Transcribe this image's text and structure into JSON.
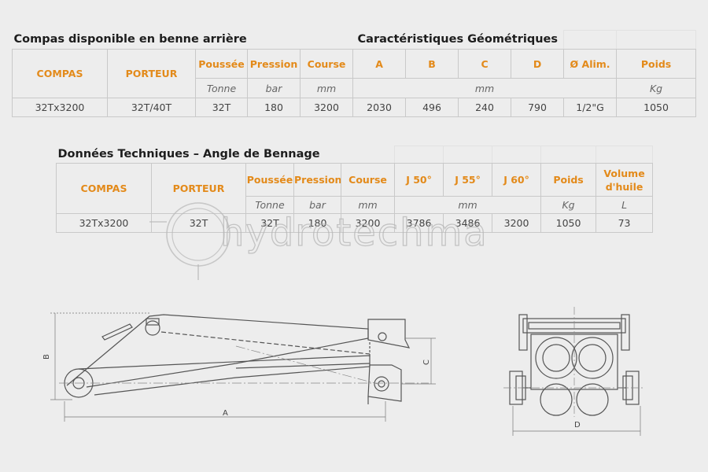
{
  "table1": {
    "title_left": "Compas disponible en benne arrière",
    "title_right": "Caractéristiques Géométriques",
    "headers": [
      "COMPAS",
      "PORTEUR",
      "Poussée",
      "Pression",
      "Course",
      "A",
      "B",
      "C",
      "D",
      "Ø Alim.",
      "Poids"
    ],
    "units": {
      "poussee": "Tonne",
      "pression": "bar",
      "course": "mm",
      "dims": "mm",
      "poids": "Kg"
    },
    "row": [
      "32Tx3200",
      "32T/40T",
      "32T",
      "180",
      "3200",
      "2030",
      "496",
      "240",
      "790",
      "1/2\"G",
      "1050"
    ]
  },
  "table2": {
    "title": "Données Techniques – Angle de Bennage",
    "headers": [
      "COMPAS",
      "PORTEUR",
      "Poussée",
      "Pression",
      "Course",
      "J 50°",
      "J 55°",
      "J 60°",
      "Poids",
      "Volume d'huile"
    ],
    "units": {
      "poussee": "Tonne",
      "pression": "bar",
      "course": "mm",
      "angles": "mm",
      "poids": "Kg",
      "volume": "L"
    },
    "row": [
      "32Tx3200",
      "32T",
      "32T",
      "180",
      "3200",
      "3786",
      "3486",
      "3200",
      "1050",
      "73"
    ]
  },
  "watermark": "hydrotechma",
  "drawing_labels": {
    "a": "A",
    "b": "B",
    "c": "C",
    "d": "D"
  },
  "colors": {
    "header": "#e38a1a",
    "line": "#555555",
    "background": "#ededed"
  }
}
